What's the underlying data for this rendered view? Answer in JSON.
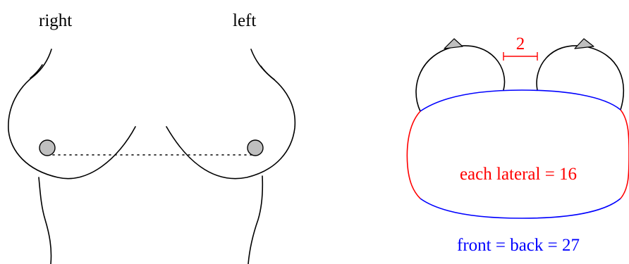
{
  "front_view": {
    "label_right": "right",
    "label_left": "left"
  },
  "top_view": {
    "gap_label": "2",
    "lateral_label": "each lateral = 16",
    "front_back_label": "front = back = 27"
  },
  "colors": {
    "ink": "#000000",
    "red": "#ff0000",
    "blue": "#0000ff",
    "nipple_fill": "#bfbfbf",
    "nipple_stroke": "#000000",
    "background": "#ffffff"
  }
}
